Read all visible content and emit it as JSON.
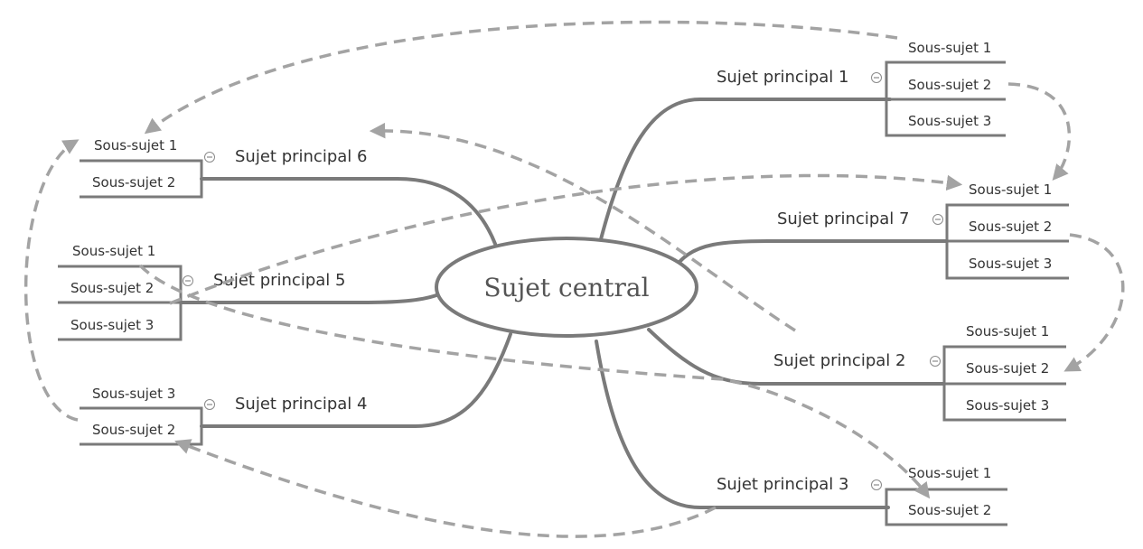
{
  "diagram": {
    "central_topic": "Sujet central",
    "main_topics": [
      {
        "label": "Sujet principal  1",
        "subtopics": [
          "Sous-sujet  1",
          "Sous-sujet  2",
          "Sous-sujet  3"
        ]
      },
      {
        "label": "Sujet principal  2",
        "subtopics": [
          "Sous-sujet  1",
          "Sous-sujet  2",
          "Sous-sujet  3"
        ]
      },
      {
        "label": "Sujet principal  3",
        "subtopics": [
          "Sous-sujet  1",
          "Sous-sujet  2"
        ]
      },
      {
        "label": "Sujet principal  4",
        "subtopics": [
          "Sous-sujet  3",
          "Sous-sujet  2"
        ]
      },
      {
        "label": "Sujet principal  5",
        "subtopics": [
          "Sous-sujet  1",
          "Sous-sujet  2",
          "Sous-sujet  3"
        ]
      },
      {
        "label": "Sujet principal  6",
        "subtopics": [
          "Sous-sujet  1",
          "Sous-sujet  2"
        ]
      },
      {
        "label": "Sujet principal  7",
        "subtopics": [
          "Sous-sujet  1",
          "Sous-sujet  2",
          "Sous-sujet  3"
        ]
      }
    ],
    "collapse_glyph": "⊖"
  }
}
